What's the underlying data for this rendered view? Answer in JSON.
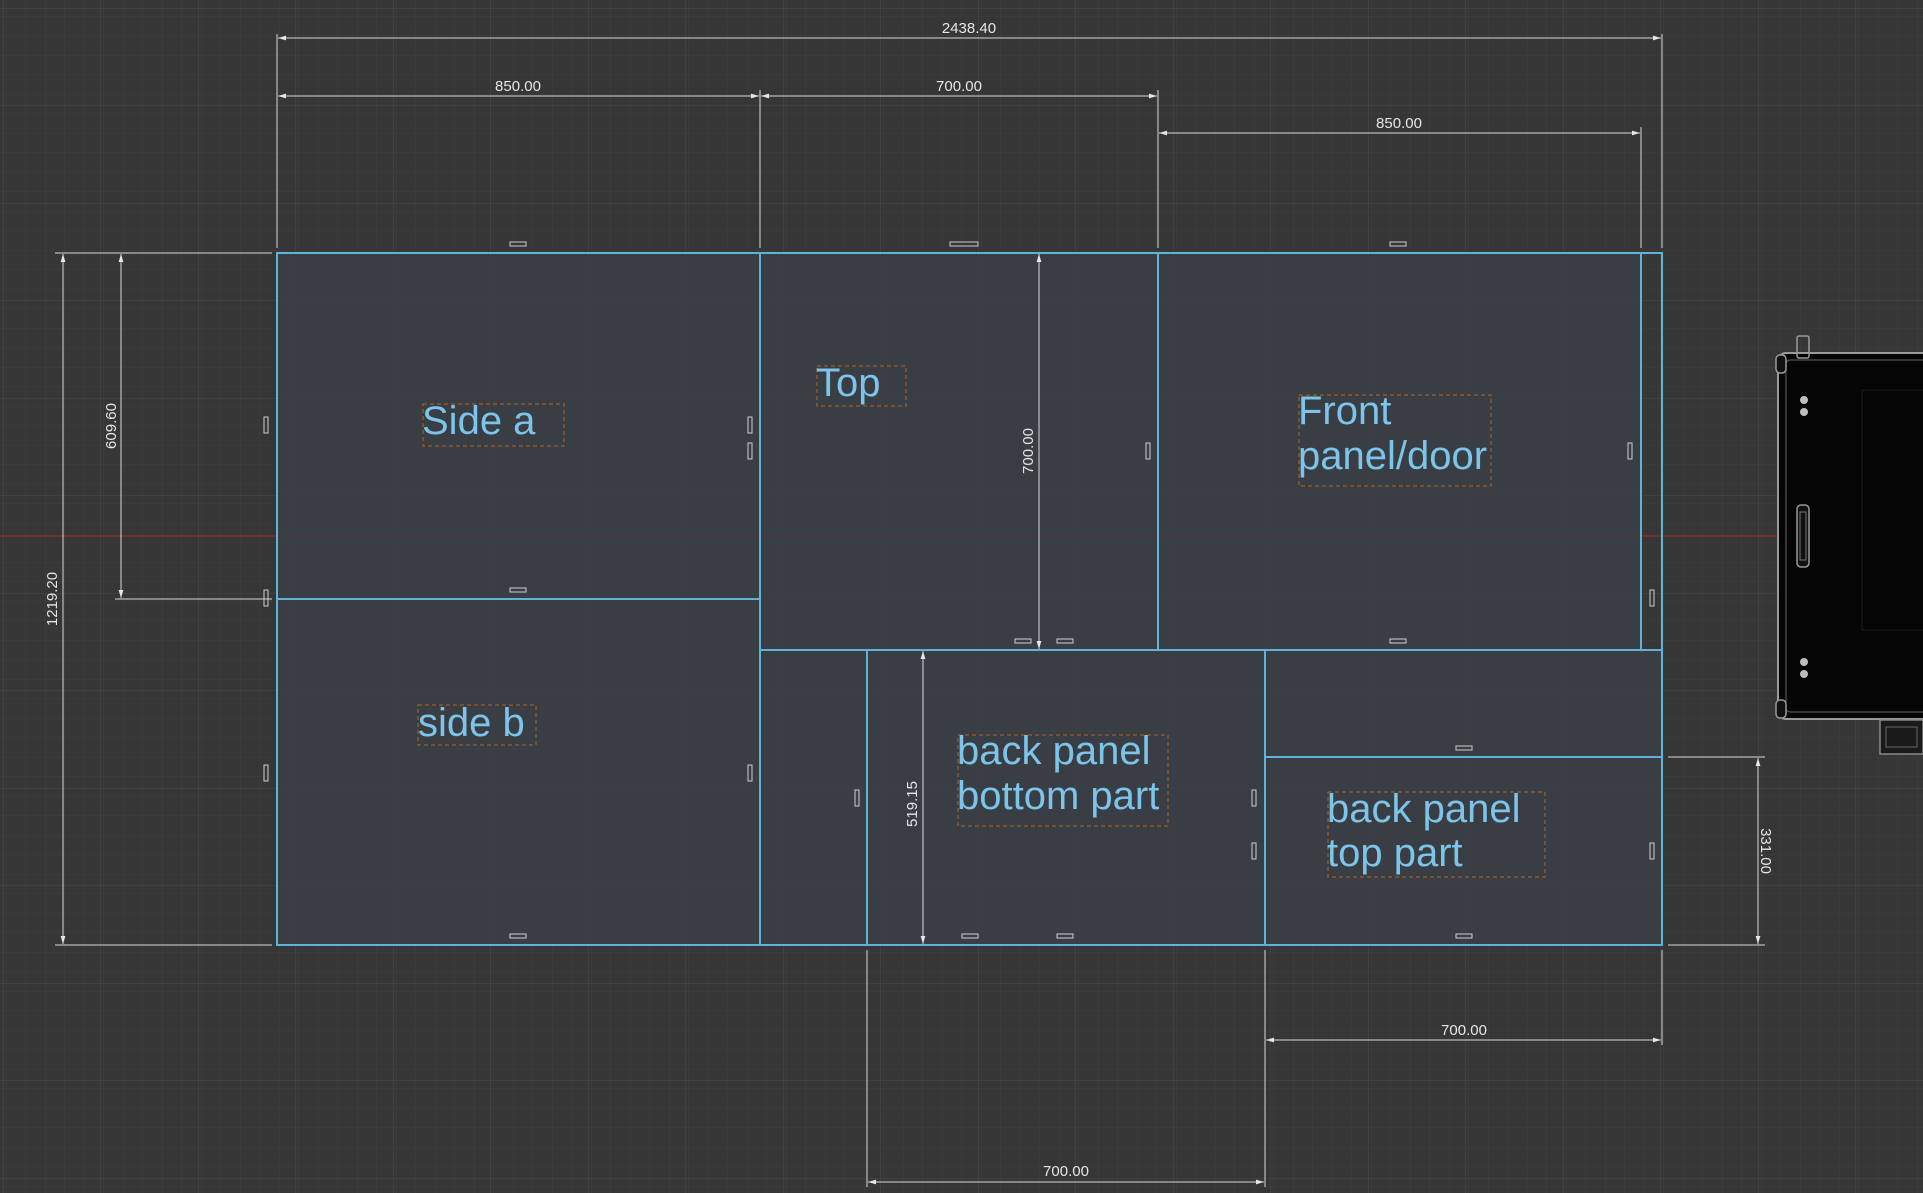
{
  "colors": {
    "background": "#363636",
    "grid_minor": "#3f3f3f",
    "grid_major": "#4a4a4a",
    "panel_fill": "#3a4046",
    "panel_stroke": "#5fb3d9",
    "label_text": "#7cc4ea",
    "label_box": "#b5651d",
    "dimension": "#e6e6e6",
    "axis_line": "#8a3030"
  },
  "panels": [
    {
      "id": "side-a",
      "label": [
        "Side a"
      ]
    },
    {
      "id": "side-b",
      "label": [
        "side b"
      ]
    },
    {
      "id": "top",
      "label": [
        "Top"
      ]
    },
    {
      "id": "front",
      "label": [
        "Front",
        "panel/door"
      ]
    },
    {
      "id": "back-bottom",
      "label": [
        "back panel",
        "bottom part"
      ]
    },
    {
      "id": "back-top",
      "label": [
        "back panel",
        "top part"
      ]
    }
  ],
  "dimensions": {
    "overall_width": "2438.40",
    "side_a_width": "850.00",
    "top_width": "700.00",
    "front_width": "850.00",
    "overall_height": "1219.20",
    "side_a_height": "609.60",
    "top_height": "700.00",
    "back_bottom_height": "519.15",
    "back_top_height": "331.00",
    "back_top_width": "700.00",
    "back_bottom_width": "700.00"
  },
  "preview": {
    "icon": "flight-case-icon"
  }
}
